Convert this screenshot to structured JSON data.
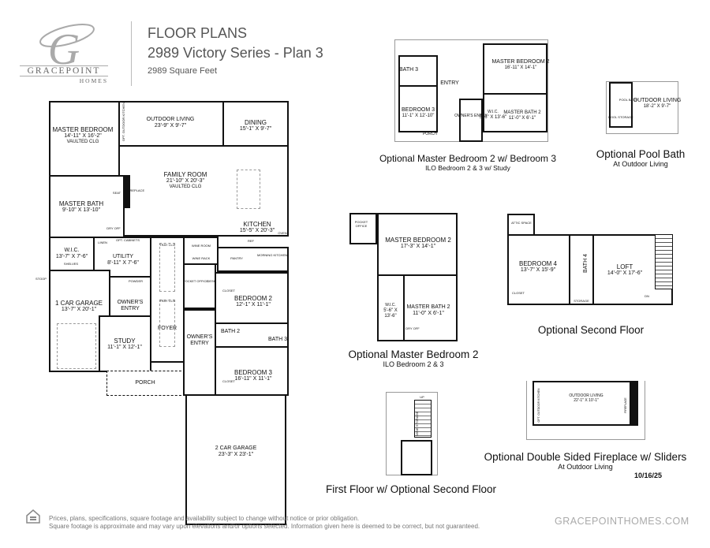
{
  "brand": {
    "logo_letter": "G",
    "name": "GRACEPOINT",
    "sub": "HOMES",
    "website": "GRACEPOINTHOMES.COM"
  },
  "header": {
    "title": "FLOOR PLANS",
    "plan": "2989 Victory Series - Plan 3",
    "sqft": "2989 Square Feet"
  },
  "main_plan": {
    "rooms": [
      {
        "name": "MASTER BEDROOM",
        "dim": "14'-11\" x 16'-2\"",
        "note": "VAULTED CLG"
      },
      {
        "name": "OUTDOOR LIVING",
        "dim": "23'-9\" x 9'-7\""
      },
      {
        "name": "DINING",
        "dim": "15'-1\" x 9'-7\""
      },
      {
        "name": "FAMILY ROOM",
        "dim": "21'-10\" x 20'-3\"",
        "note": "VAULTED CLG"
      },
      {
        "name": "MASTER BATH",
        "dim": "9'-10\" x 13'-10\""
      },
      {
        "name": "KITCHEN",
        "dim": "15'-5\" x 20'-3\""
      },
      {
        "name": "W.I.C.",
        "dim": "13'-7\" x 7'-6\""
      },
      {
        "name": "UTILITY",
        "dim": "8'-11\" x 7'-6\""
      },
      {
        "name": "1 CAR GARAGE",
        "dim": "13'-7\" x 20'-1\""
      },
      {
        "name": "OWNER'S ENTRY"
      },
      {
        "name": "STUDY",
        "dim": "11'-1\" x 12'-1\""
      },
      {
        "name": "FOYER"
      },
      {
        "name": "PORCH"
      },
      {
        "name": "BEDROOM 2",
        "dim": "12'-1\" x 11'-1\""
      },
      {
        "name": "BATH 2"
      },
      {
        "name": "BATH 3"
      },
      {
        "name": "BEDROOM 3",
        "dim": "16'-11\" x 11'-1\""
      },
      {
        "name": "OWNER'S ENTRY"
      },
      {
        "name": "2 CAR GARAGE",
        "dim": "23'-3\" x 23'-1\""
      }
    ],
    "small": [
      "OPT. OUTDOOR KITCHEN",
      "FIREPLACE",
      "WINE ROOM",
      "WINE RACK",
      "PANTRY",
      "MORNING KITCHEN",
      "POCKET OFFICE",
      "CLOSET",
      "CLOSET",
      "POWDER",
      "SHELVES",
      "LINEN",
      "OPT. CABINETS",
      "TRAY CLG",
      "TRAY CLG",
      "STOOP",
      "DRY OFF",
      "SEAT",
      "REF",
      "OVEN",
      "DESK"
    ]
  },
  "options": [
    {
      "title": "Optional Master Bedroom 2 w/ Bedroom 3",
      "subtitle": "ILO Bedroom 2 & 3 w/ Study",
      "rooms": [
        {
          "name": "MASTER BEDROOM 2",
          "dim": "16'-11\" x 14'-1\""
        },
        {
          "name": "BATH 3"
        },
        {
          "name": "BEDROOM 3",
          "dim": "11'-1\" x 12'-10\""
        },
        {
          "name": "ENTRY"
        },
        {
          "name": "OWNER'S ENTRY"
        },
        {
          "name": "W.I.C.",
          "dim": "5'-6\" x 13'-6\""
        },
        {
          "name": "MASTER BATH 2",
          "dim": "11'-0\" x 6'-1\""
        },
        {
          "name": "PORCH"
        }
      ]
    },
    {
      "title": "Optional Pool Bath",
      "subtitle": "At Outdoor Living",
      "rooms": [
        {
          "name": "POOL BATH"
        },
        {
          "name": "POOL STORAGE"
        },
        {
          "name": "OUTDOOR LIVING",
          "dim": "18'-2\" x 9'-7\""
        }
      ]
    },
    {
      "title": "Optional Master Bedroom 2",
      "subtitle": "ILO Bedroom 2 & 3",
      "rooms": [
        {
          "name": "POCKET OFFICE"
        },
        {
          "name": "MASTER BEDROOM 2",
          "dim": "17'-3\" x 14'-1\""
        },
        {
          "name": "W.I.C.",
          "dim": "5'-6\" x 13'-6\""
        },
        {
          "name": "MASTER BATH 2",
          "dim": "11'-0\" x 6'-1\""
        },
        {
          "name": "DRY OFF"
        }
      ]
    },
    {
      "title": "Optional Second Floor",
      "subtitle": "",
      "rooms": [
        {
          "name": "ATTIC SPACE"
        },
        {
          "name": "BEDROOM 4",
          "dim": "13'-7\" x 15'-9\""
        },
        {
          "name": "BATH 4"
        },
        {
          "name": "LOFT",
          "dim": "14'-0\" x 17'-6\""
        },
        {
          "name": "CLOSET"
        },
        {
          "name": "STORAGE"
        },
        {
          "name": "DN"
        }
      ]
    },
    {
      "title": "First Floor w/ Optional Second Floor",
      "subtitle": "",
      "rooms": [
        {
          "name": "UP"
        },
        {
          "name": "WINE STORAGE"
        }
      ]
    },
    {
      "title": "Optional Double Sided Fireplace w/ Sliders",
      "subtitle": "At Outdoor Living",
      "rooms": [
        {
          "name": "OUTDOOR LIVING",
          "dim": "22'-1\" x 10'-1\""
        },
        {
          "name": "OPT. OUTDOOR KITCHEN"
        },
        {
          "name": "FIREPLACE"
        }
      ]
    }
  ],
  "date": "10/16/25",
  "footer": {
    "line1": "Prices, plans, specifications, square footage and availability subject to change without notice or prior obligation.",
    "line2": "Square footage is approximate and may vary upon elevations and/or options selected. Information given here is deemed to be correct, but not guaranteed.",
    "icon": "equal-housing-icon"
  },
  "colors": {
    "text": "#111111",
    "header": "#555555",
    "footer": "#777777"
  }
}
